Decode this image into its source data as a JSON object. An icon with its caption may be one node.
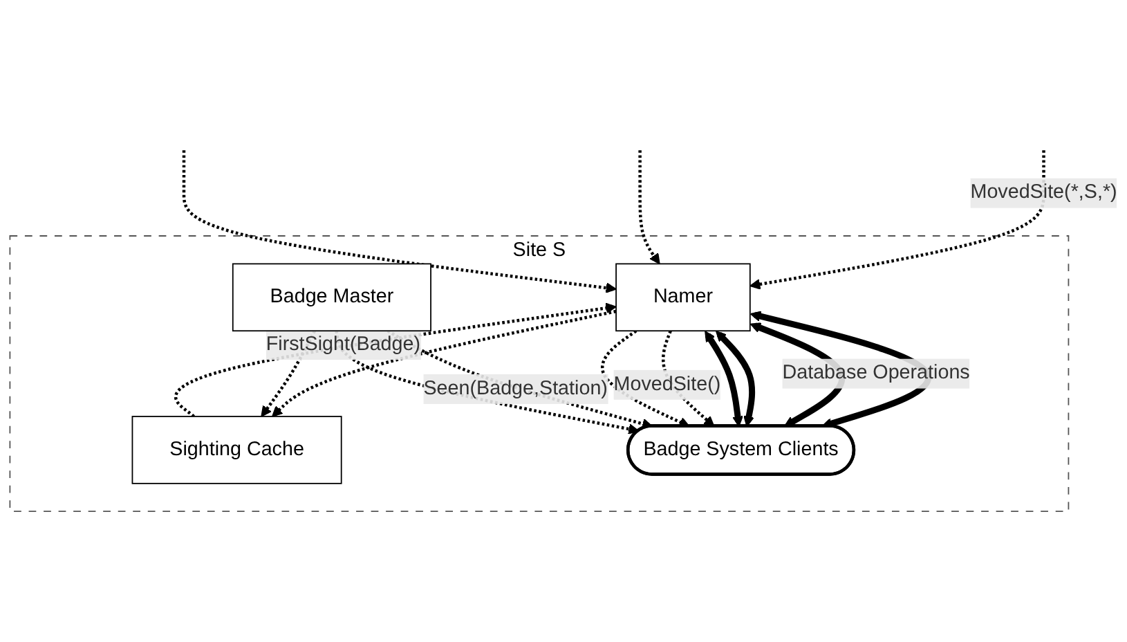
{
  "diagram": {
    "nodes": [
      {
        "text": [
          "Site S"
        ]
      },
      {
        "text": [
          "Namer"
        ],
        "in": 0
      },
      {
        "text": [
          "Sighting Cache"
        ],
        "in": 0
      },
      {
        "text": [
          "Badge Master"
        ],
        "in": 0
      },
      {
        "text": [
          "Badge System Clients"
        ],
        "in": 0
      }
    ],
    "edges": [
      {
        "from": null,
        "to": 1,
        "arrow": "to",
        "style": "dashed",
        "label": "MovedSite(*,S,*)"
      },
      {
        "from": null,
        "to": 1,
        "arrow": "to",
        "style": "dashed"
      },
      {
        "from": null,
        "to": 1,
        "arrow": "to",
        "style": "dashed"
      },
      {
        "from": 2,
        "to": 1,
        "arrow": "to",
        "style": "dashed",
        "label": "FirstSight(Badge)"
      },
      {
        "from": 1,
        "to": 4,
        "arrow": "both",
        "style": "thick"
      },
      {
        "from": 1,
        "to": 4,
        "arrow": "both",
        "style": "thick",
        "label": "Database Operations"
      },
      {
        "from": 1,
        "to": 4,
        "arrow": "both",
        "style": "thick"
      },
      {
        "from": 1,
        "to": 4,
        "arrow": "both",
        "style": "thick"
      },
      {
        "from": 1,
        "to": 4,
        "arrow": "to",
        "style": "dashed",
        "label": "MovedSite()"
      },
      {
        "from": 1,
        "to": 4,
        "arrow": "to",
        "style": "dashed"
      },
      {
        "from": 1,
        "to": 2,
        "arrow": "to",
        "style": "dashed"
      },
      {
        "from": 3,
        "to": 2,
        "arrow": "to",
        "style": "dashed"
      },
      {
        "from": 3,
        "to": 4,
        "arrow": "to",
        "style": "dashed",
        "label": "Seen(Badge,Station)"
      },
      {
        "from": 3,
        "to": 4,
        "arrow": "to",
        "style": "dashed"
      }
    ]
  }
}
